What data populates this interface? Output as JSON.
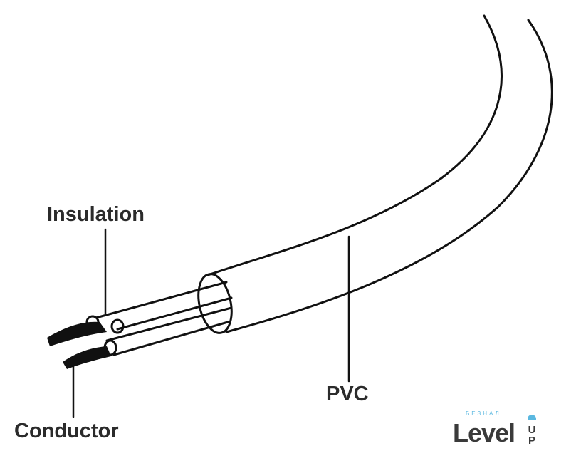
{
  "labels": {
    "insulation": "Insulation",
    "pvc": "PVC",
    "conductor": "Conductor"
  },
  "logo": {
    "top_text": "БЕЗНАЛ",
    "main_text": "Level",
    "side_text": "UP",
    "accent_color": "#5bb8e0"
  }
}
